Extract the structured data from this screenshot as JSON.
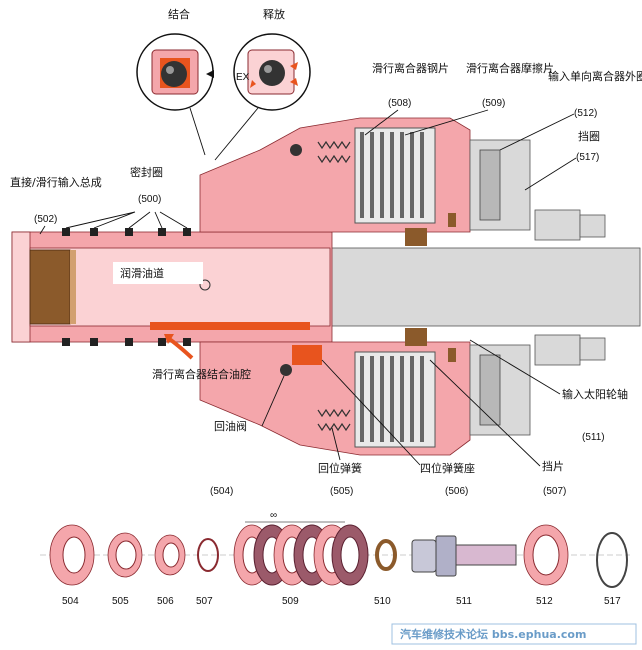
{
  "callouts": {
    "engage": "结合",
    "release": "释放",
    "ex": "EX"
  },
  "labels": {
    "direct_slide_input": "直接/滑行输入总成",
    "direct_slide_code": "(502)",
    "seal_ring": "密封圈",
    "seal_ring_code": "(500)",
    "lube_passage": "润滑油道",
    "slide_clutch_apply_passage": "滑行离合器结合油腔",
    "return_valve": "回油阀",
    "return_spring": "回位弹簧",
    "four_pos_spring_seat": "四位弹簧座",
    "shim": "挡片",
    "sun_gear_shaft": "输入太阳轮轴",
    "sun_gear_shaft_code": "(511)",
    "slide_clutch_plates": "滑行离合器钢片",
    "slide_clutch_plates_code": "(508)",
    "slide_clutch_friction": "滑行离合器摩擦片",
    "slide_clutch_friction_code": "(509)",
    "input_oneway_outer": "输入单向离合器外圈",
    "input_oneway_outer_code": "(512)",
    "retainer_ring": "挡圈",
    "retainer_ring_code": "(517)",
    "code_504": "(504)",
    "code_505": "(505)",
    "code_506": "(506)",
    "code_507": "(507)"
  },
  "parts": {
    "p504": "504",
    "p505": "505",
    "p506": "506",
    "p507": "507",
    "p509": "509",
    "p510": "510",
    "p511": "511",
    "p512": "512",
    "p517": "517",
    "set_mark": "∞"
  },
  "watermark": {
    "text": "汽车维修技术论坛 bbs.ephua.com"
  },
  "colors": {
    "pink": "#f4a6ab",
    "light_pink": "#fbd2d4",
    "oil_red": "#e8541e",
    "brown": "#8b5a2b"
  }
}
